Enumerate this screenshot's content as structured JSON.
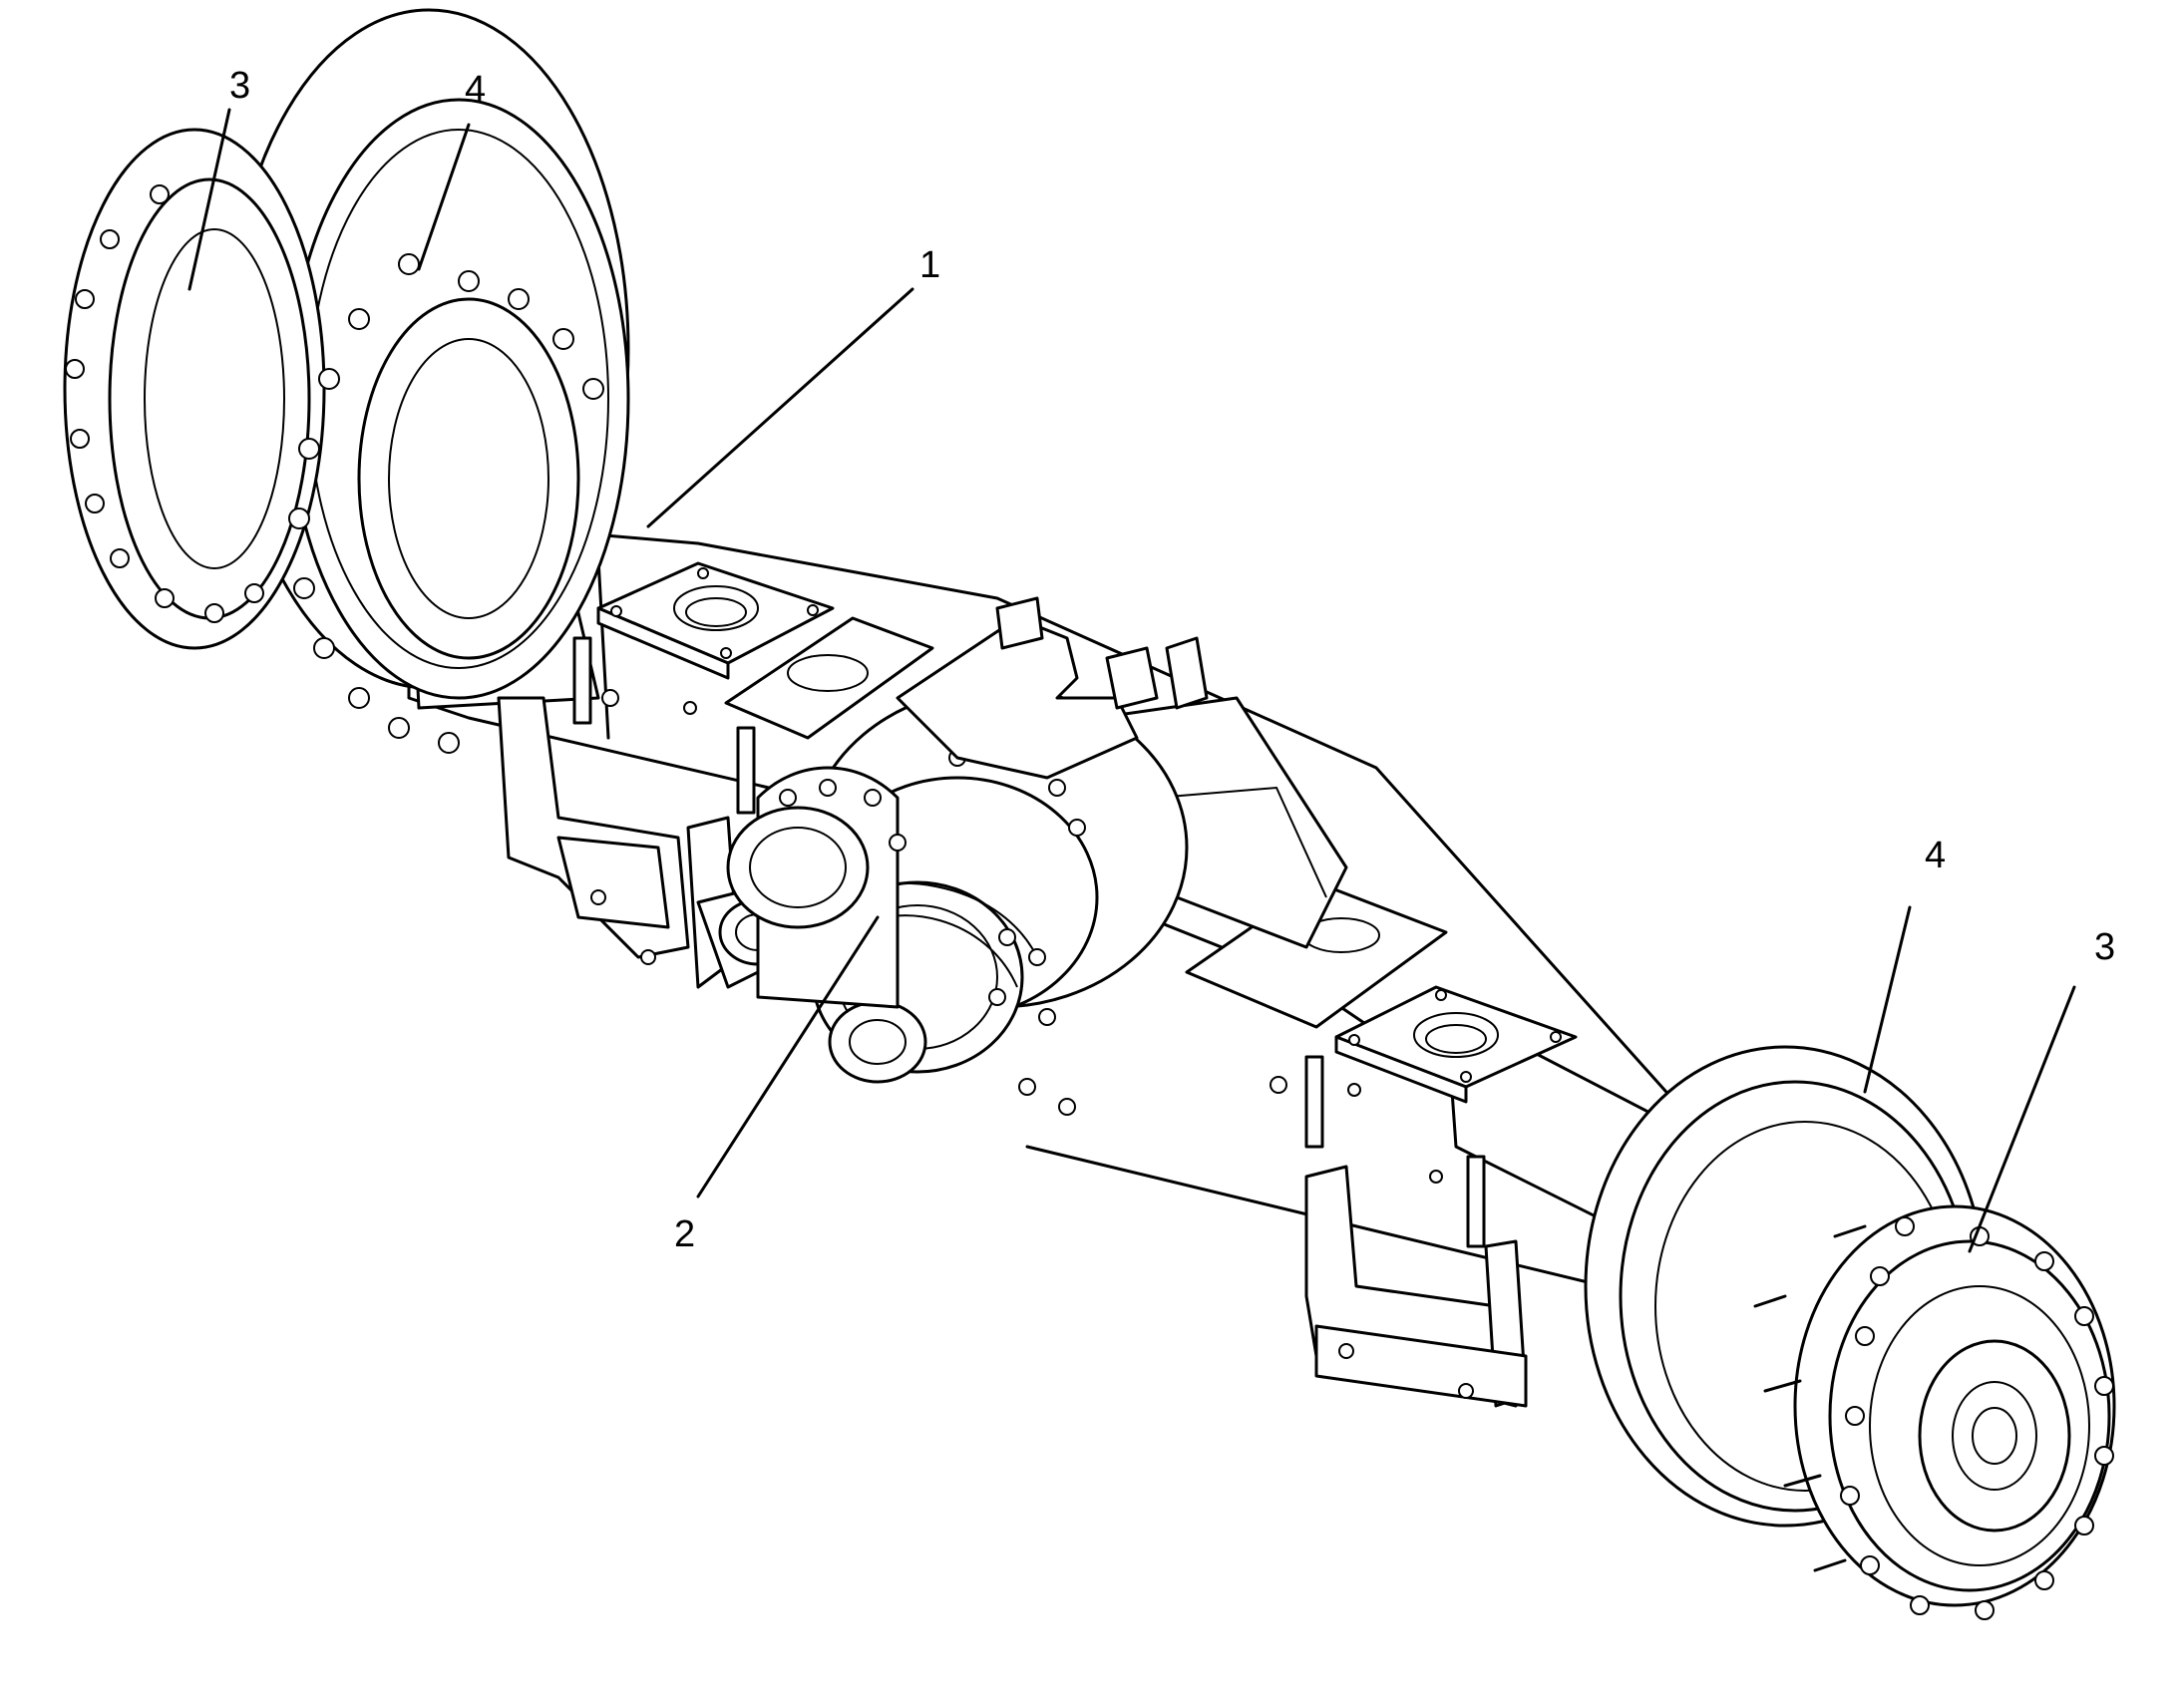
{
  "callouts": [
    {
      "id": "1",
      "text": "1"
    },
    {
      "id": "2",
      "text": "2"
    },
    {
      "id": "3a",
      "text": "3"
    },
    {
      "id": "4a",
      "text": "4"
    },
    {
      "id": "4b",
      "text": "4"
    },
    {
      "id": "3b",
      "text": "3"
    }
  ]
}
